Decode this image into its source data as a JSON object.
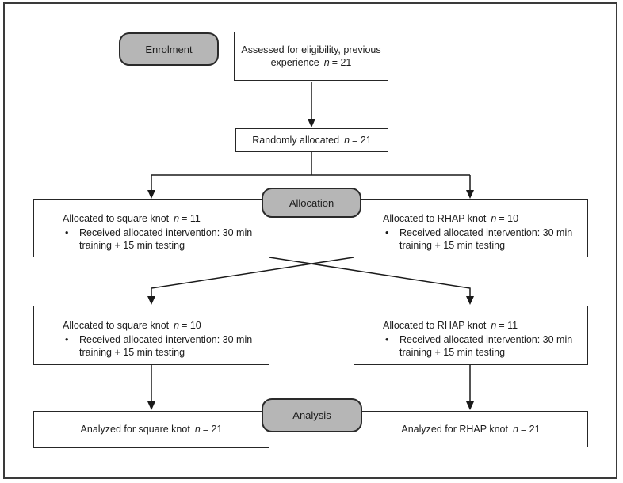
{
  "diagram": {
    "bullet_glyph": "•",
    "ribbons": {
      "enrolment": "Enrolment",
      "allocation": "Allocation",
      "analysis": "Analysis"
    },
    "boxes": {
      "assessed": {
        "line1": "Assessed for eligibility, previous",
        "line2": "experience",
        "n": "n",
        "value": "= 21"
      },
      "randomized": {
        "text": "Randomly allocated",
        "n": "n",
        "value": "= 21"
      },
      "alloc_square_1": {
        "title": "Allocated to square knot",
        "n": "n",
        "value": "= 11",
        "bullet_line1": "Received allocated intervention: 30 min",
        "bullet_line2": "training + 15 min testing"
      },
      "alloc_rhap_1": {
        "title": "Allocated to RHAP knot",
        "n": "n",
        "value": "= 10",
        "bullet_line1": "Received allocated intervention: 30 min",
        "bullet_line2": "training + 15 min testing"
      },
      "alloc_square_2": {
        "title": "Allocated to square knot",
        "n": "n",
        "value": "= 10",
        "bullet_line1": "Received allocated intervention: 30 min",
        "bullet_line2": "training + 15 min testing"
      },
      "alloc_rhap_2": {
        "title": "Allocated to RHAP knot",
        "n": "n",
        "value": "= 11",
        "bullet_line1": "Received allocated intervention: 30 min",
        "bullet_line2": "training + 15 min testing"
      },
      "analyzed_square": {
        "text": "Analyzed for square knot",
        "n": "n",
        "value": "= 21"
      },
      "analyzed_rhap": {
        "text": "Analyzed for RHAP knot",
        "n": "n",
        "value": "= 21"
      }
    },
    "colors": {
      "ribbon_fill": "#b6b6b6",
      "ribbon_border": "#2a2a2a",
      "box_border": "#262626",
      "line": "#1a1a1a",
      "background": "#ffffff"
    }
  }
}
